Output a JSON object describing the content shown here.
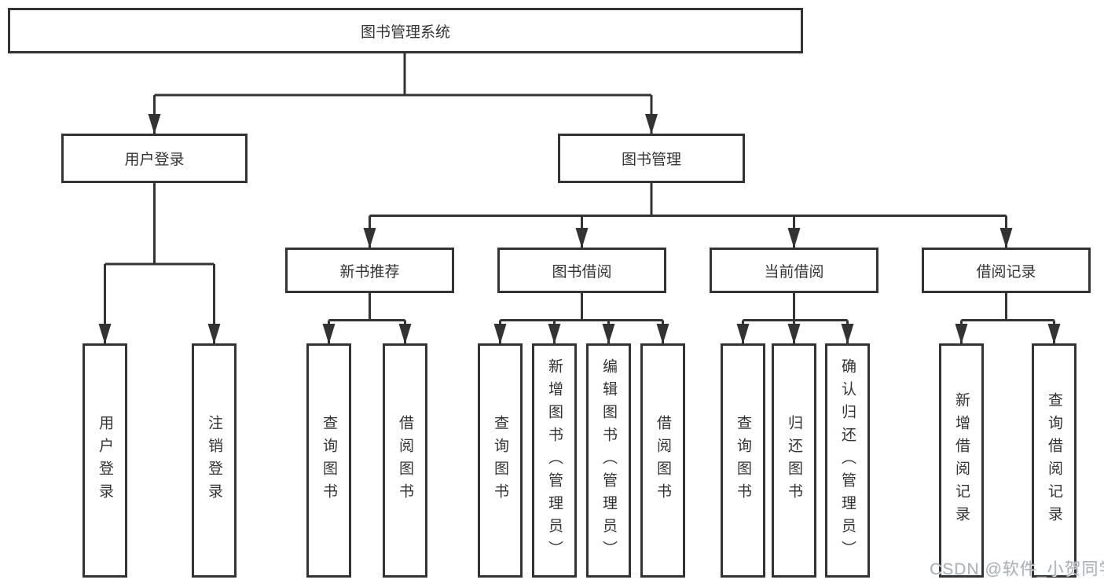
{
  "tree": {
    "label": "图书管理系统",
    "children": [
      {
        "label": "用户登录",
        "children": [
          {
            "label": "用户登录"
          },
          {
            "label": "注销登录"
          }
        ]
      },
      {
        "label": "图书管理",
        "children": [
          {
            "label": "新书推荐",
            "children": [
              {
                "label": "查询图书"
              },
              {
                "label": "借阅图书"
              }
            ]
          },
          {
            "label": "图书借阅",
            "children": [
              {
                "label": "查询图书"
              },
              {
                "label": "新增图书（管理员）"
              },
              {
                "label": "编辑图书（管理员）"
              },
              {
                "label": "借阅图书"
              }
            ]
          },
          {
            "label": "当前借阅",
            "children": [
              {
                "label": "查询图书"
              },
              {
                "label": "归还图书"
              },
              {
                "label": "确认归还（管理员）"
              }
            ]
          },
          {
            "label": "借阅记录",
            "children": [
              {
                "label": "新增借阅记录"
              },
              {
                "label": "查询借阅记录"
              }
            ]
          }
        ]
      }
    ]
  },
  "watermark": "CSDN @软件_小贺同学",
  "colors": {
    "line": "#333333",
    "box_border": "#333333",
    "box_background": "#ffffff",
    "text": "#333333",
    "watermark": "#9ea4aa"
  }
}
